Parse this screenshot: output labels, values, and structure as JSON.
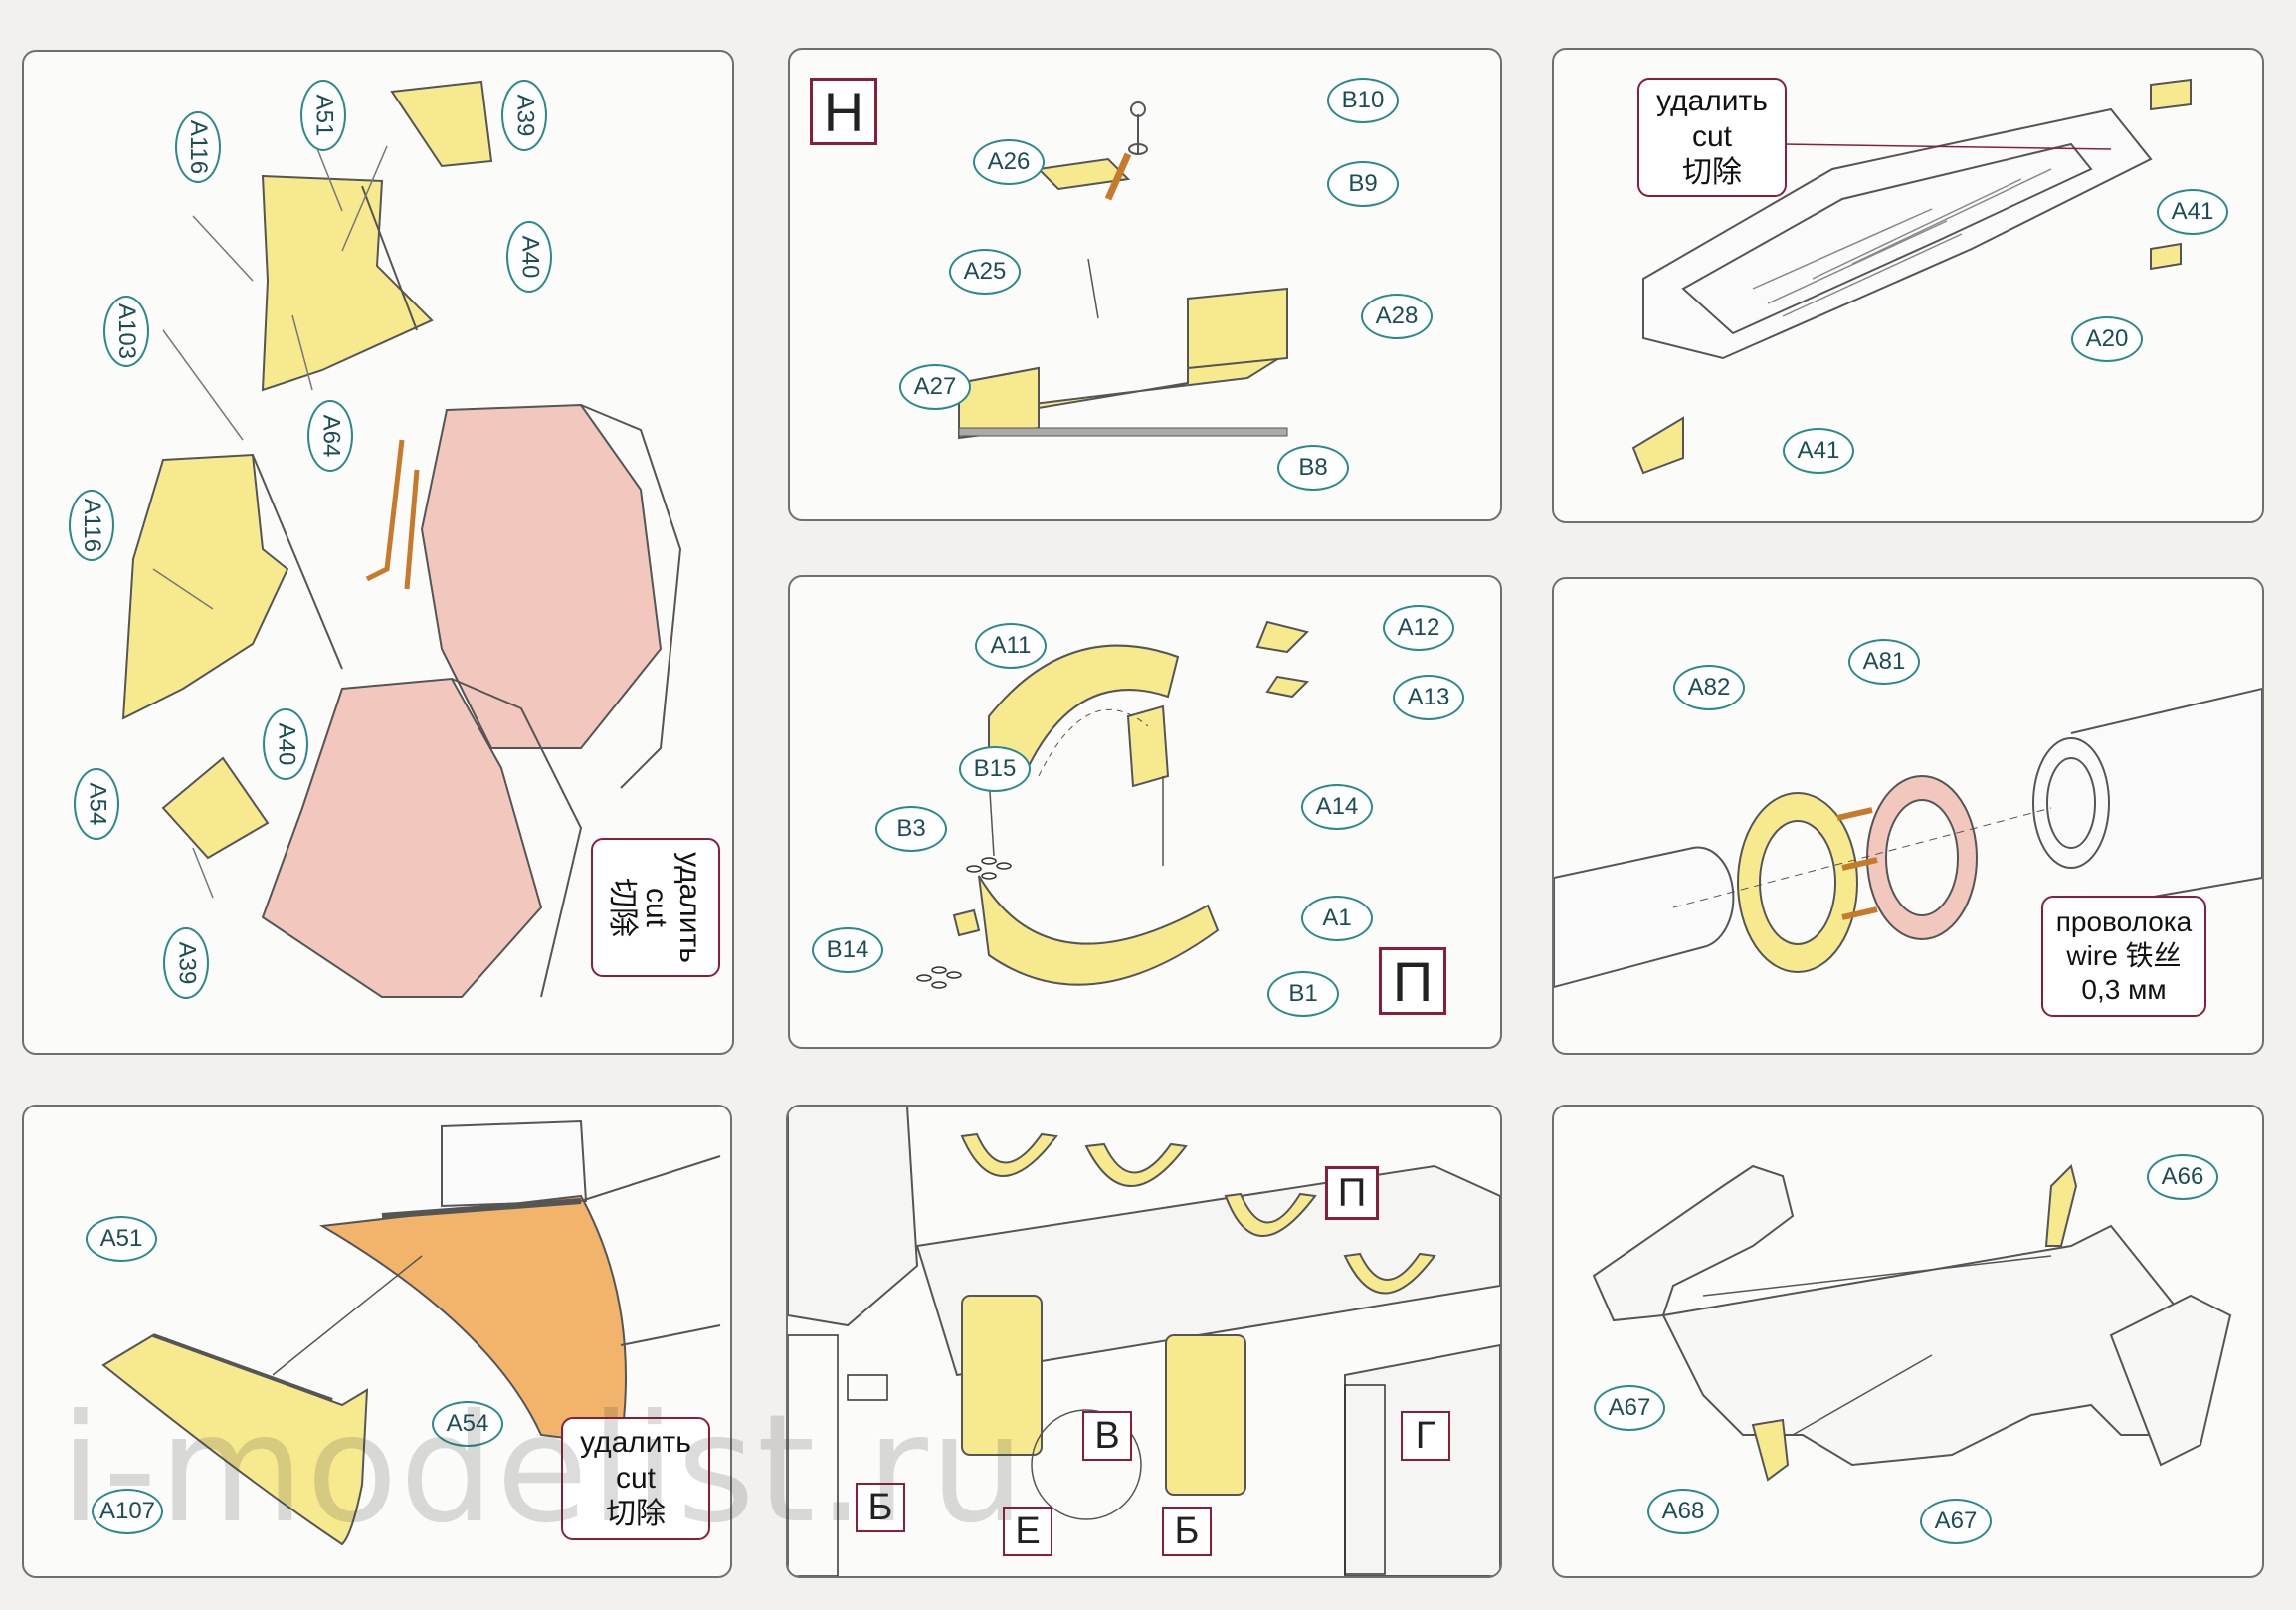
{
  "labels": {
    "A39": "A39",
    "A40": "A40",
    "A51": "A51",
    "A116": "A116",
    "A103": "A103",
    "A64": "A64",
    "A54": "A54",
    "A107": "A107",
    "A26": "A26",
    "A25": "A25",
    "A27": "A27",
    "A28": "A28",
    "B10": "B10",
    "B9": "B9",
    "B8": "B8",
    "A11": "A11",
    "A12": "A12",
    "A13": "A13",
    "A14": "A14",
    "A1": "A1",
    "B15": "B15",
    "B3": "B3",
    "B14": "B14",
    "B1": "B1",
    "A41": "A41",
    "A20": "A20",
    "A82": "A82",
    "A81": "A81",
    "A66": "A66",
    "A67": "A67",
    "A68": "A68"
  },
  "cut_note": {
    "ru": "удалить",
    "en": "cut",
    "zh": "切除"
  },
  "wire_note": {
    "ru": "проволока",
    "en": "wire",
    "zh": "铁丝",
    "size": "0,3 мм"
  },
  "steps": {
    "H": "Н",
    "P": "П",
    "V": "В",
    "E": "Е",
    "B": "Б",
    "G": "Г"
  },
  "watermark": "i-modelist.ru",
  "colors": {
    "label_border": "#2a8a8a",
    "step_border": "#8a1e3a",
    "part_yellow": "#f7e98e",
    "part_pink": "#f2c7bd",
    "part_orange": "#f2b46a"
  }
}
